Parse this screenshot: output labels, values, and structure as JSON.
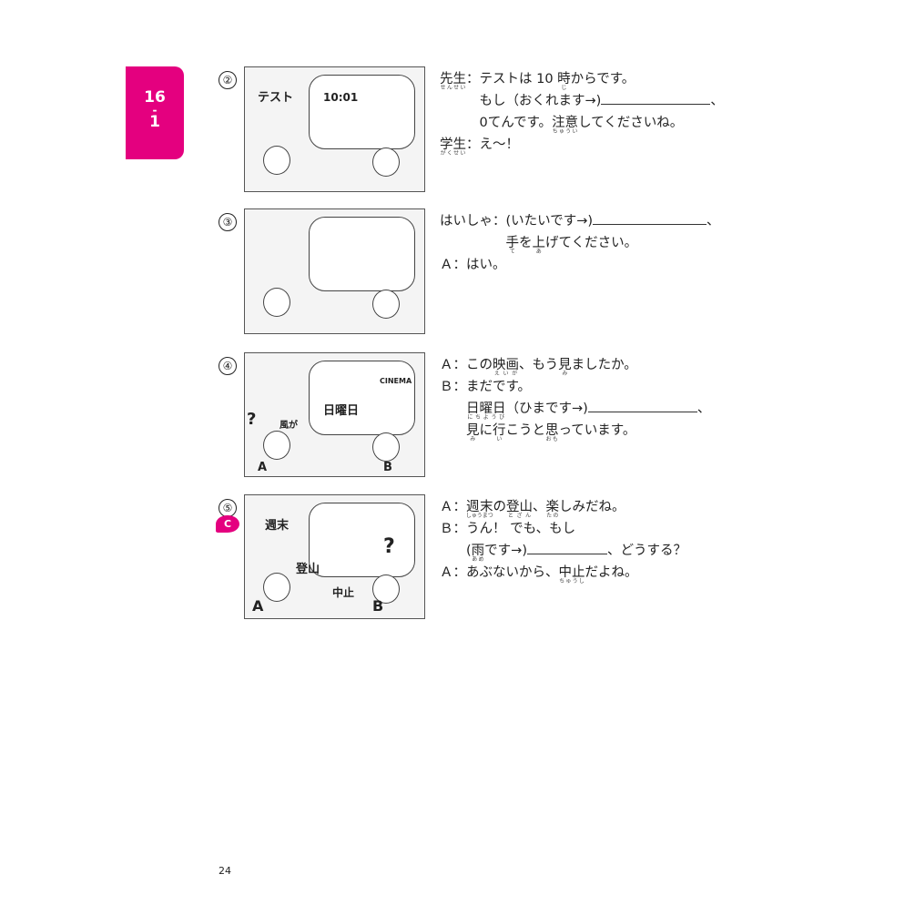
{
  "tab": {
    "top": "16",
    "dash": "-",
    "bottom": "1"
  },
  "badge": "C",
  "page_number": "24",
  "items": [
    {
      "number": "②",
      "labels": [
        "テスト",
        "10:01"
      ],
      "lines": [
        [
          {
            "t": "先生",
            "r": "せんせい"
          },
          {
            "t": "：テストは 10 "
          },
          {
            "t": "時",
            "r": "じ"
          },
          {
            "t": "からです。"
          }
        ],
        [
          {
            "t": "　　　もし（おくれます→)"
          },
          {
            "blank": 120
          },
          {
            "t": "、"
          }
        ],
        [
          {
            "t": "　　　0てんです。"
          },
          {
            "t": "注意",
            "r": "ちゅうい"
          },
          {
            "t": "してくださいね。"
          }
        ],
        [
          {
            "t": "学生",
            "r": "がくせい"
          },
          {
            "t": "：え〜！"
          }
        ]
      ]
    },
    {
      "number": "③",
      "labels": [],
      "lines": [
        [
          {
            "t": "はいしゃ：(いたいです→)"
          },
          {
            "blank": 125
          },
          {
            "t": "、"
          }
        ],
        [
          {
            "t": "　　　　　"
          },
          {
            "t": "手",
            "r": "て"
          },
          {
            "t": "を"
          },
          {
            "t": "上",
            "r": "あ"
          },
          {
            "t": "げてください。"
          }
        ],
        [
          {
            "t": "Ａ：はい。"
          }
        ]
      ]
    },
    {
      "number": "④",
      "labels": [
        "日曜日",
        "CINEMA",
        "風が",
        "A",
        "B",
        "?"
      ],
      "lines": [
        [
          {
            "t": "Ａ：この"
          },
          {
            "t": "映画",
            "r": "えいが"
          },
          {
            "t": "、もう"
          },
          {
            "t": "見",
            "r": "み"
          },
          {
            "t": "ましたか。"
          }
        ],
        [
          {
            "t": "Ｂ：まだです。"
          }
        ],
        [
          {
            "t": "　　"
          },
          {
            "t": "日曜日",
            "r": "にちようび"
          },
          {
            "t": "（ひまです→)"
          },
          {
            "blank": 120
          },
          {
            "t": "、"
          }
        ],
        [
          {
            "t": "　　"
          },
          {
            "t": "見",
            "r": "み"
          },
          {
            "t": "に"
          },
          {
            "t": "行",
            "r": "い"
          },
          {
            "t": "こうと"
          },
          {
            "t": "思",
            "r": "おも"
          },
          {
            "t": "っています。"
          }
        ]
      ]
    },
    {
      "number": "⑤",
      "labels": [
        "週末",
        "登山",
        "中止",
        "A",
        "B",
        "?"
      ],
      "lines": [
        [
          {
            "t": "Ａ："
          },
          {
            "t": "週末",
            "r": "しゅうまつ"
          },
          {
            "t": "の"
          },
          {
            "t": "登山",
            "r": "とざん"
          },
          {
            "t": "、"
          },
          {
            "t": "楽",
            "r": "たの"
          },
          {
            "t": "しみだね。"
          }
        ],
        [
          {
            "t": "Ｂ：うん！ でも、もし"
          }
        ],
        [
          {
            "t": "　　("
          },
          {
            "t": "雨",
            "r": "あめ"
          },
          {
            "t": "です→)"
          },
          {
            "blank": 88
          },
          {
            "t": "、どうする？"
          }
        ],
        [
          {
            "t": "Ａ：あぶないから、"
          },
          {
            "t": "中止",
            "r": "ちゅうし"
          },
          {
            "t": "だよね。"
          }
        ]
      ]
    }
  ]
}
